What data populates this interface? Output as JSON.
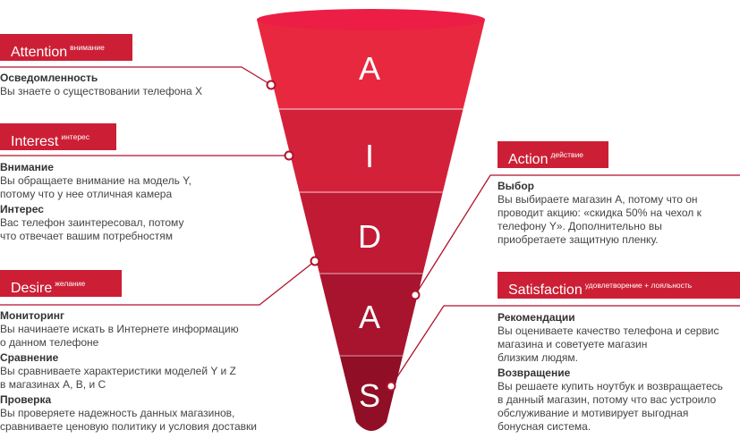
{
  "funnel": {
    "letters": [
      "A",
      "I",
      "D",
      "A",
      "S"
    ],
    "colors": [
      "#e8283f",
      "#d4213a",
      "#c01a34",
      "#a8142d",
      "#900f26"
    ]
  },
  "stages": {
    "attention": {
      "label": "Attention",
      "sub": "внимание",
      "items": [
        {
          "heading": "Осведомленность",
          "lines": [
            "Вы знаете о существовании телефона X"
          ]
        }
      ]
    },
    "interest": {
      "label": "Interest",
      "sub": "интерес",
      "items": [
        {
          "heading": "Внимание",
          "lines": [
            "Вы обращаете внимание на модель Y,",
            "потому что у нее отличная камера"
          ]
        },
        {
          "heading": "Интерес",
          "lines": [
            "Вас телефон заинтересовал, потому",
            "что отвечает вашим потребностям"
          ]
        }
      ]
    },
    "desire": {
      "label": "Desire",
      "sub": "желание",
      "items": [
        {
          "heading": "Мониторинг",
          "lines": [
            "Вы начинаете искать в Интернете информацию",
            "о данном телефоне"
          ]
        },
        {
          "heading": "Сравнение",
          "lines": [
            "Вы сравниваете характеристики моделей Y и Z",
            "в магазинах A, B, и C"
          ]
        },
        {
          "heading": "Проверка",
          "lines": [
            "Вы проверяете надежность данных магазинов,",
            "сравниваете ценовую политику и условия доставки"
          ]
        }
      ]
    },
    "action": {
      "label": "Action",
      "sub": "действие",
      "items": [
        {
          "heading": "Выбор",
          "lines": [
            "Вы выбираете магазин А, потому что он",
            "проводит акцию: «скидка 50% на чехол к",
            "телефону Y». Дополнительно вы",
            "приобретаете защитную пленку."
          ]
        }
      ]
    },
    "satisfaction": {
      "label": "Satisfaction",
      "sub": "удовлетворение + лояльность",
      "items": [
        {
          "heading": "Рекомендации",
          "lines": [
            "Вы оцениваете качество телефона и сервис",
            "магазина и советуете магазин",
            "близким людям."
          ]
        },
        {
          "heading": "Возвращение",
          "lines": [
            "Вы решаете купить ноутбук и возвращаетесь",
            "в данный магазин, потому что вас устроило",
            "обслуживание и мотивирует выгодная",
            "бонусная система."
          ]
        }
      ]
    }
  }
}
